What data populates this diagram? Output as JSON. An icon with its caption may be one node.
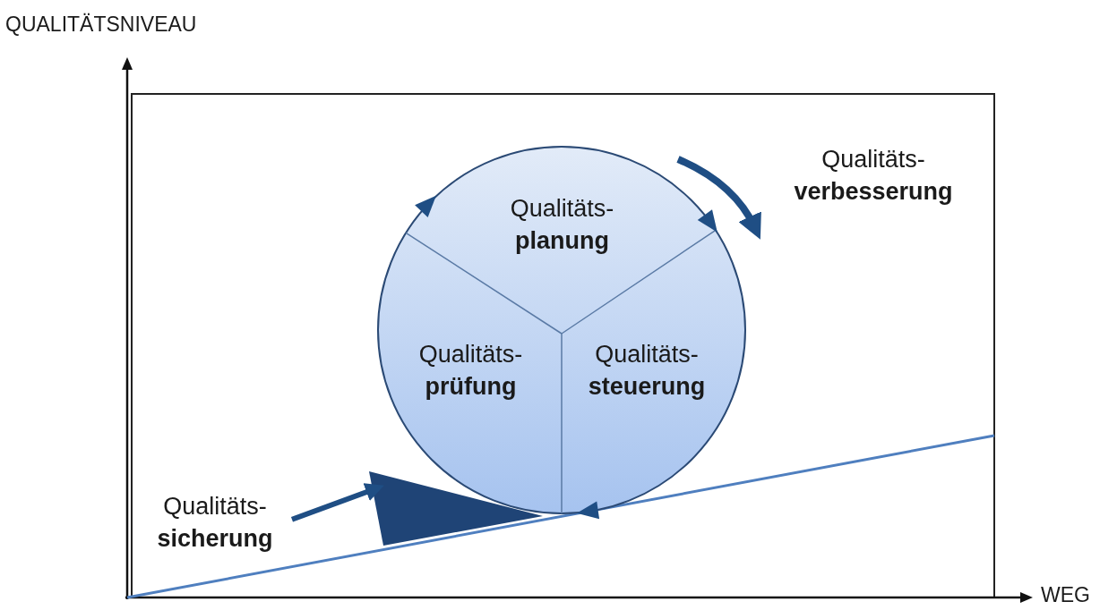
{
  "diagram": {
    "nodes": [
      {
        "text": [
          "Qualitäts- **planung**"
        ]
      },
      {
        "text": [
          "Qualitäts- **prüfung**"
        ]
      },
      {
        "text": [
          "Qualitäts- **steuerung**"
        ]
      },
      {
        "text": [
          "Qualitäts- **verbesserung**"
        ]
      },
      {
        "text": [
          "Qualitäts- **sicherung**"
        ]
      },
      {
        "text": [],
        "shape": "triangle"
      }
    ],
    "edges": [
      {
        "from": 4,
        "to": 5,
        "arrow": "to"
      }
    ],
    "labels": [
      "QUALITÄTSNIVEAU",
      "WEG"
    ]
  }
}
